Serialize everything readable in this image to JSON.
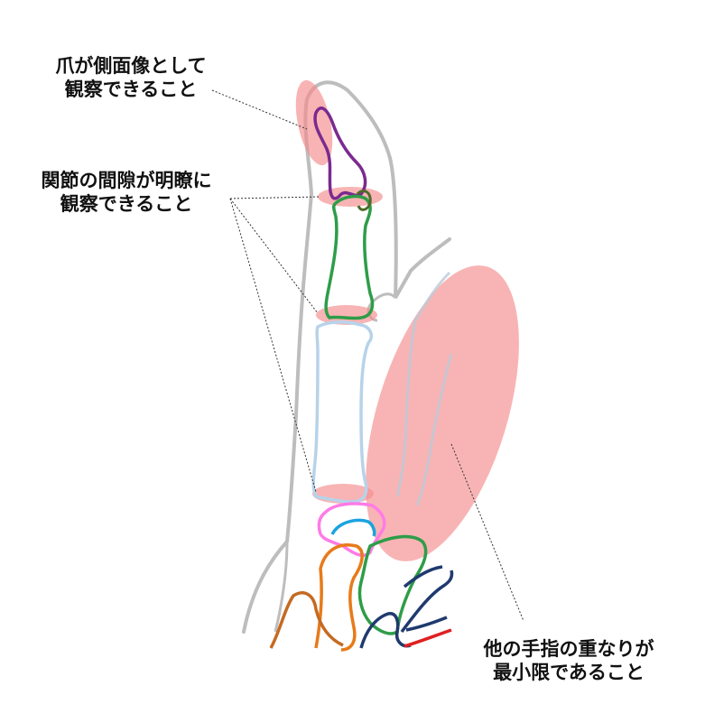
{
  "annotations": {
    "nail": {
      "line1": "爪が側面像として",
      "line2": "観察できること"
    },
    "joint": {
      "line1": "関節の間隙が明瞭に",
      "line2": "観察できること"
    },
    "overlap": {
      "line1": "他の手指の重なりが",
      "line2": "最小限であること"
    }
  },
  "colors": {
    "highlight": "#f58c8c",
    "hand_outline": "#bdbdbd",
    "distal_phalanx": "#7b2a8f",
    "middle_phalanx": "#2e9d48",
    "proximal_phalanx": "#b7d3ea",
    "trapezoid": "#ff7be6",
    "capitate_top": "#1aa3e0",
    "orange_bone": "#e87a1a",
    "dark_orange_bone": "#c46a22",
    "navy_bone": "#1f3a6e",
    "red_bone": "#e02020",
    "leader_line": "#333333"
  }
}
